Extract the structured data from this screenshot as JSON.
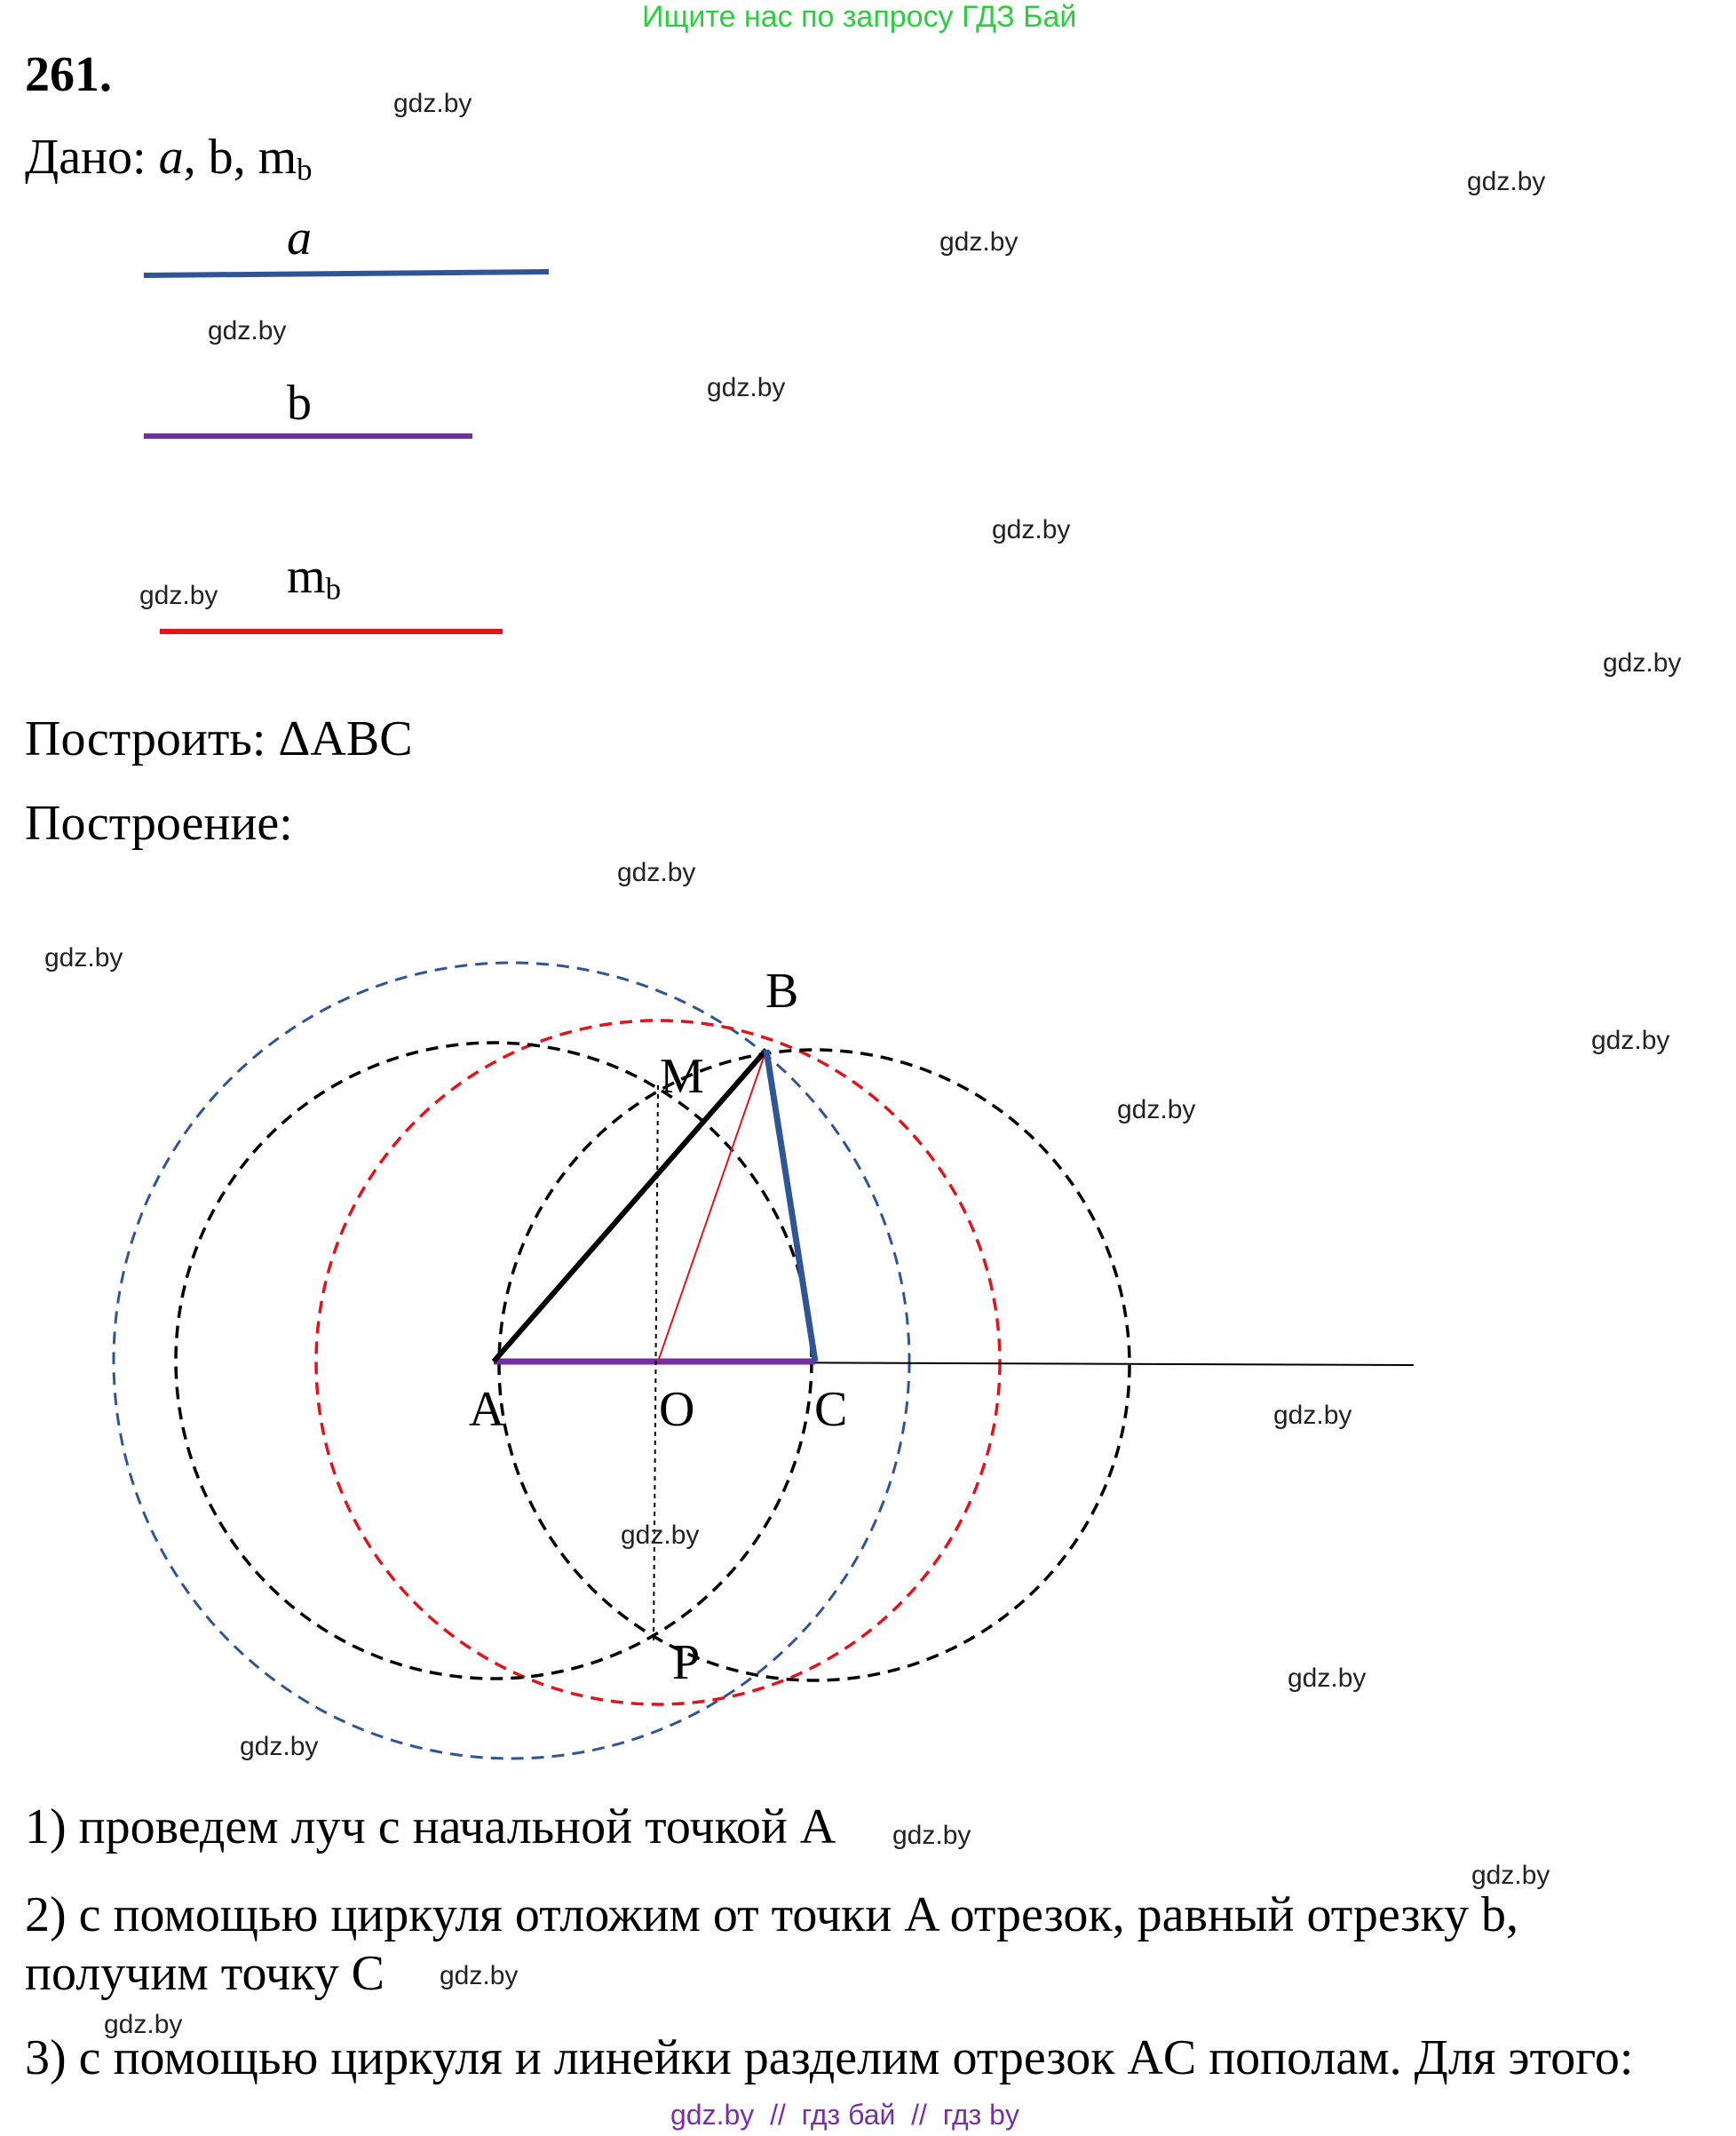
{
  "banner": "Ищите нас по запросу ГДЗ Бай",
  "problem_number": "261.",
  "given": {
    "prefix": "Дано: ",
    "a": "a",
    "sep1": ", ",
    "b": "b",
    "sep2": ", ",
    "m": "m",
    "m_sub": "b"
  },
  "segments": {
    "a_label": "a",
    "b_label": "b",
    "m_label": "m",
    "m_sub": "b"
  },
  "construct": "Построить: ΔABC",
  "construction_heading": "Построение:",
  "figure": {
    "labels": {
      "A": "A",
      "B": "B",
      "C": "C",
      "O": "O",
      "M": "M",
      "P": "P"
    }
  },
  "steps": {
    "step1": "1) проведем луч с начальной точкой A",
    "step2_line1": "2) с помощью циркуля отложим от точки A отрезок, равный отрезку b,",
    "step2_line2": "получим точку C",
    "step3": "3) с помощью циркуля и линейки разделим отрезок AC пополам. Для этого:"
  },
  "watermarks": {
    "w1": "gdz.by",
    "w2": "gdz.by",
    "w3": "gdz.by",
    "w4": "gdz.by",
    "w5": "gdz.by",
    "w6": "gdz.by",
    "w7": "gdz.by",
    "w8": "gdz.by",
    "w9": "gdz.by",
    "w10": "gdz.by",
    "w11": "gdz.by",
    "w12": "gdz.by",
    "w13": "gdz.by",
    "w14": "gdz.by",
    "w15": "gdz.by",
    "w16": "gdz.by",
    "w17": "gdz.by",
    "w18": "gdz.by",
    "w19": "gdz.by",
    "w20": "gdz.by"
  },
  "footer": "gdz.by  //  гдз бай  //  гдз by",
  "colors": {
    "segment_a": "#2f5597",
    "segment_b": "#7030a0",
    "segment_m": "#e0141b",
    "banner": "#2ecc40",
    "footer": "#7b2fa6"
  }
}
